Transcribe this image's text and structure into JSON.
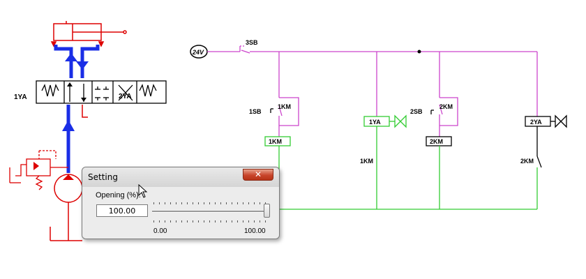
{
  "circuit": {
    "voltage": "24V",
    "labels": {
      "sb3": "3SB",
      "sb1": "1SB",
      "km1_contact": "1KM",
      "km1_coil": "1KM",
      "km1_branch": "1KM",
      "ya1_coil": "1YA",
      "sb2": "2SB",
      "km2_contact": "2KM",
      "km2_coil": "2KM",
      "ya2_coil": "2YA",
      "km2_branch": "2KM"
    }
  },
  "hydraulic": {
    "solenoid_left": "1YA",
    "solenoid_right": "2YA"
  },
  "dialog": {
    "title": "Setting",
    "close_label": "✕",
    "opening_label": "Opening (%):",
    "opening_value": "100.00",
    "slider_min": "0.00",
    "slider_max": "100.00",
    "slider_level_percent": 100
  },
  "colors": {
    "control_wire_magenta": "#cc44cc",
    "control_wire_green": "#33cc33",
    "hydraulic_blue": "#1a2ee6",
    "hydraulic_red": "#dd0000"
  }
}
